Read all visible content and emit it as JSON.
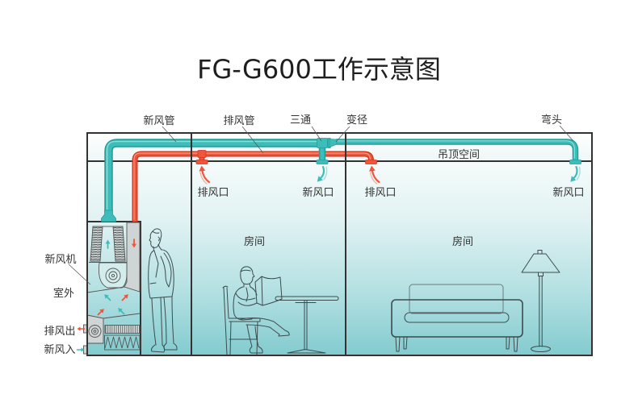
{
  "title": "FG-G600工作示意图",
  "colors": {
    "fresh_air": "#3dbdb9",
    "exhaust_air": "#f0553b",
    "outline": "#333333"
  },
  "ducts": {
    "fresh": "新风管",
    "exhaust": "排风管"
  },
  "fittings": {
    "tee": "三通",
    "reducer": "变径",
    "elbow": "弯头"
  },
  "ceiling_space": "吊顶空间",
  "rooms": [
    {
      "label": "房间",
      "exhaust_vent": "排风口",
      "fresh_vent": "新风口"
    },
    {
      "label": "房间",
      "exhaust_vent": "排风口",
      "fresh_vent": "新风口"
    }
  ],
  "unit": {
    "label": "新风机",
    "location": "室外",
    "exhaust_out": "排风出",
    "fresh_in": "新风入"
  }
}
